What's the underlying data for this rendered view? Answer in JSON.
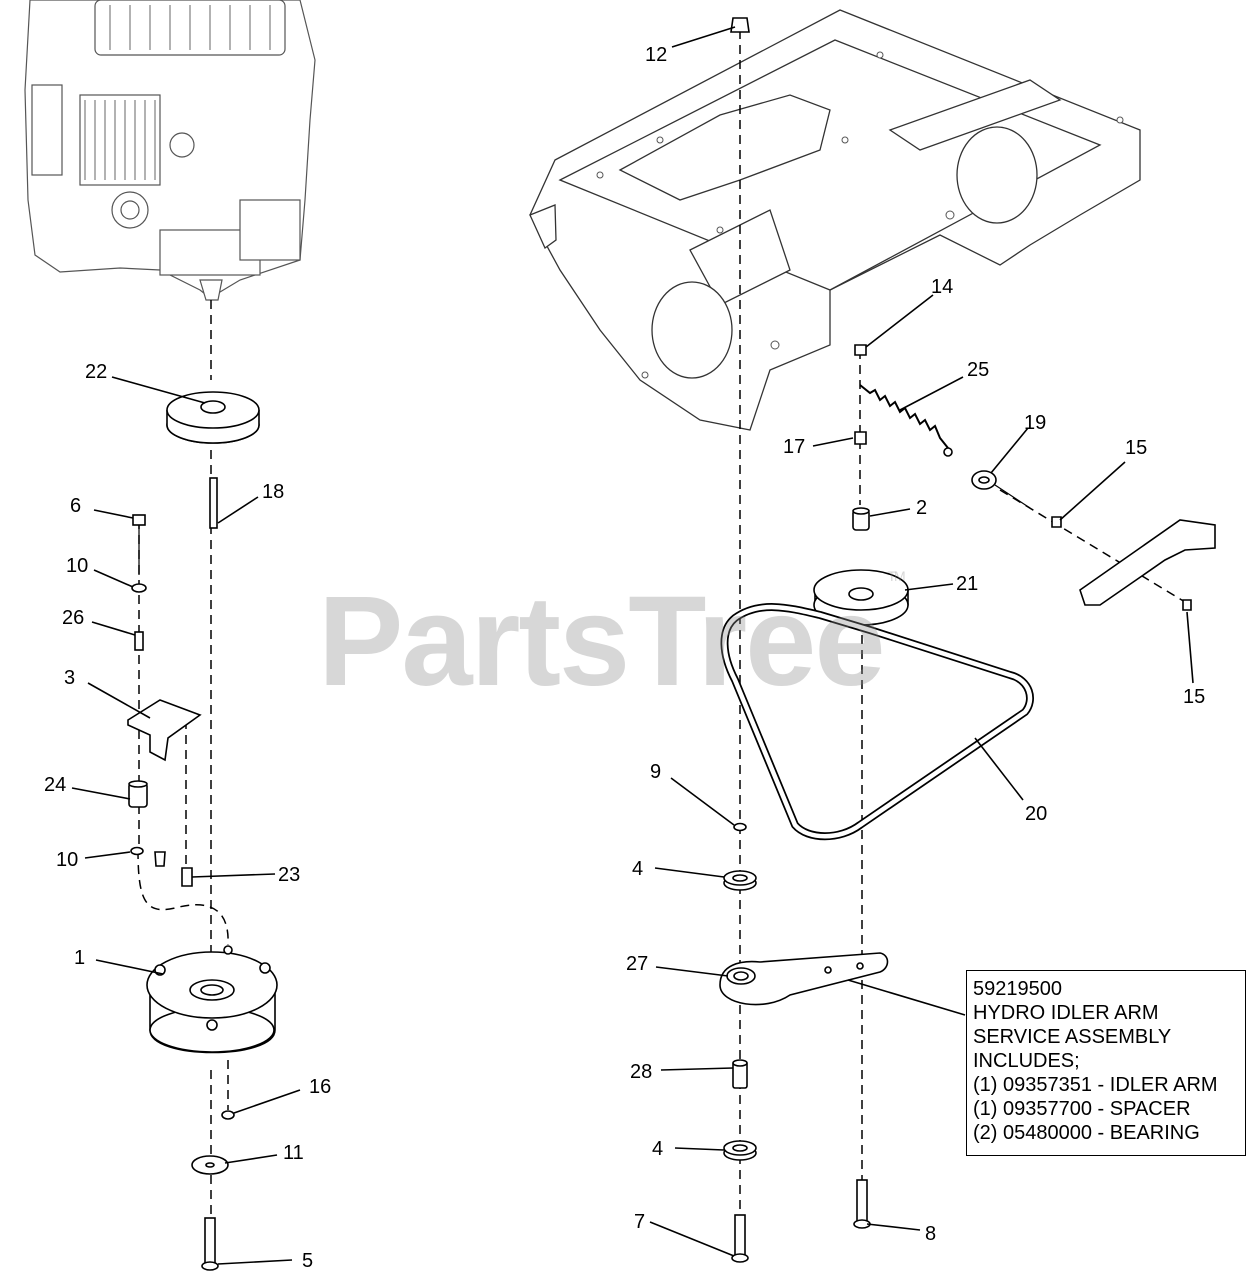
{
  "callouts": {
    "c1": "1",
    "c2": "2",
    "c3": "3",
    "c4a": "4",
    "c4b": "4",
    "c5": "5",
    "c6": "6",
    "c7": "7",
    "c8": "8",
    "c9": "9",
    "c10a": "10",
    "c10b": "10",
    "c11": "11",
    "c12": "12",
    "c14": "14",
    "c15a": "15",
    "c15b": "15",
    "c16": "16",
    "c17": "17",
    "c18": "18",
    "c19": "19",
    "c20": "20",
    "c21": "21",
    "c22": "22",
    "c23": "23",
    "c24": "24",
    "c25": "25",
    "c26": "26",
    "c27": "27",
    "c28": "28"
  },
  "service_box": {
    "lines": [
      "59219500",
      "HYDRO IDLER ARM",
      "SERVICE ASSEMBLY",
      "INCLUDES;",
      "(1) 09357351 - IDLER ARM",
      "(1) 09357700 - SPACER",
      "(2) 05480000 - BEARING"
    ]
  },
  "watermark": {
    "text": "PartsTree",
    "mark": "TM"
  }
}
